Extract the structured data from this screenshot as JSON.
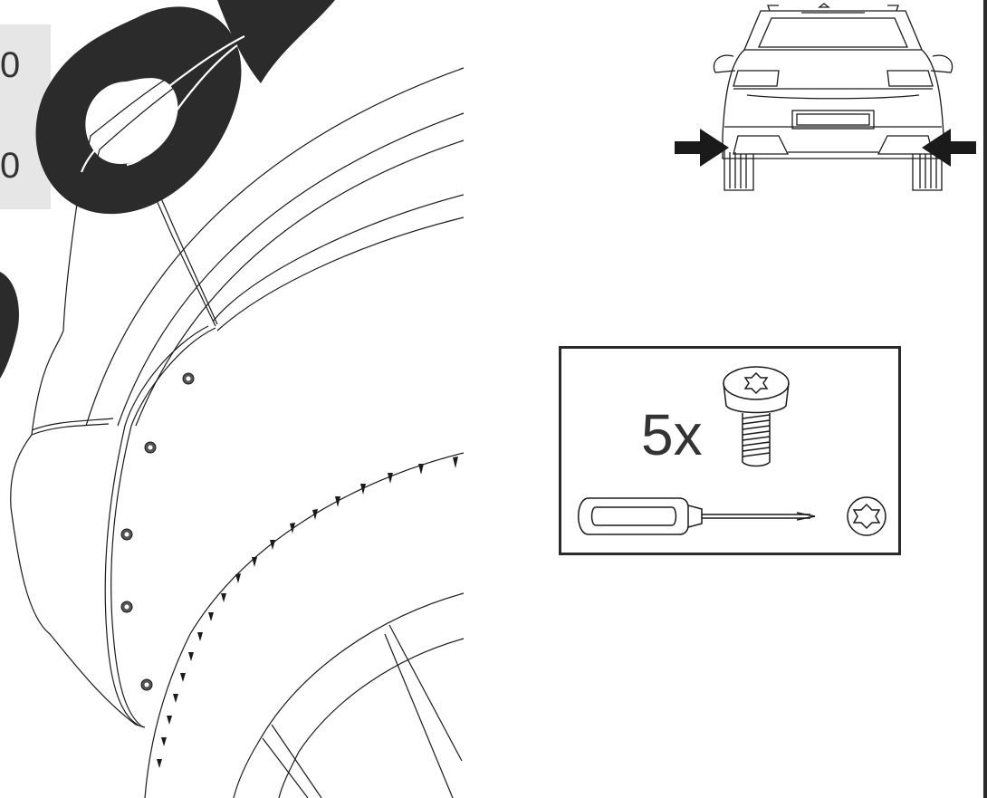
{
  "illustration": {
    "step_label_1": "0",
    "step_label_2": "0",
    "watermark_letters": "O",
    "parts_kit": {
      "quantity_label": "5x",
      "fastener": "torx-screw-icon",
      "tool": "torx-screwdriver-icon",
      "bit_symbol": "torx-head-icon"
    },
    "vehicle_view": "rear-view-car-icon",
    "indicator": "arrow-icon",
    "colors": {
      "line": "#1a1a1a",
      "watermark": "#2b2b2b",
      "panel_grey": "#e6e6e7",
      "text": "#333333"
    }
  }
}
